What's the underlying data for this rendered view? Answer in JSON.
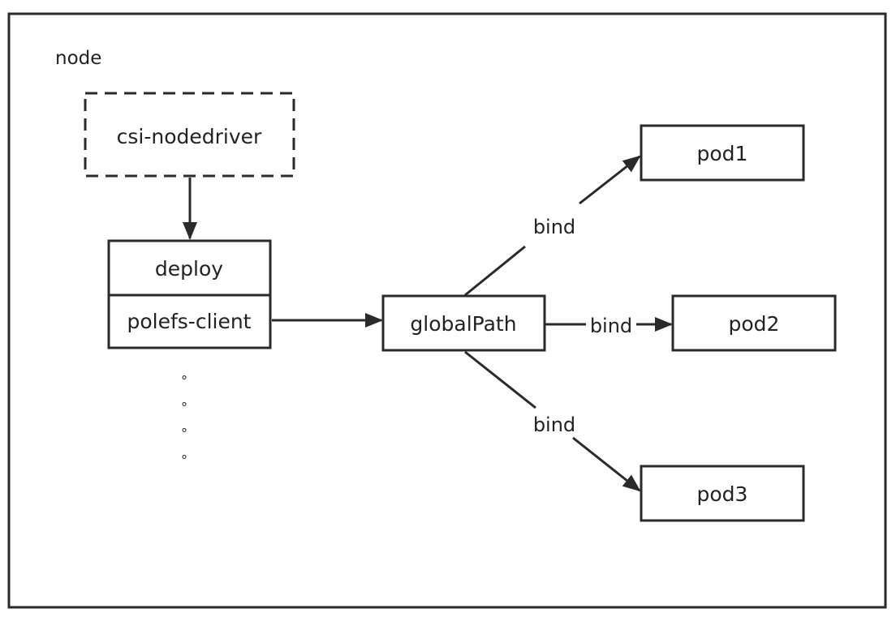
{
  "diagram": {
    "node_label": "node",
    "csi_nodedriver": "csi-nodedriver",
    "deploy": "deploy",
    "polefs_client": "polefs-client",
    "global_path": "globalPath",
    "pod1": "pod1",
    "pod2": "pod2",
    "pod3": "pod3",
    "edge_labels": {
      "to_pod1": "bind",
      "to_pod2": "bind",
      "to_pod3": "bind"
    },
    "ellipsis": [
      "°",
      "°",
      "°",
      "°"
    ]
  }
}
